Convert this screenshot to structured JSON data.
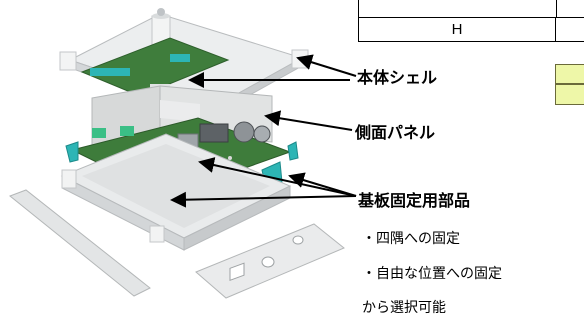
{
  "table": {
    "header_h": "H"
  },
  "labels": {
    "shell": "本体シェル",
    "side_panel": "側面パネル",
    "board_fixing": "基板固定用部品"
  },
  "notes": {
    "corner": "・四隅への固定",
    "free": "・自由な位置への固定",
    "selectable": "から選択可能"
  },
  "colors": {
    "pcb": "#3f7d3c",
    "shell": "#e7e9ea",
    "panel": "#dcdede",
    "fixture": "#2db5b5",
    "highlight": "#eef7a8"
  }
}
